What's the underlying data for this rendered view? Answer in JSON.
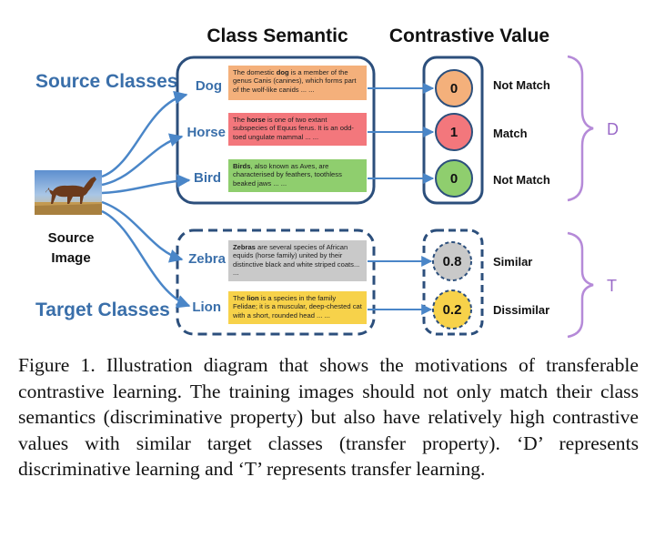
{
  "headers": {
    "class_semantic": "Class Semantic",
    "contrastive_value": "Contrastive Value"
  },
  "groups": {
    "source": "Source Classes",
    "target": "Target Classes"
  },
  "source_image": {
    "line1": "Source",
    "line2": "Image"
  },
  "classes": [
    {
      "name": "Dog",
      "keyword": "dog",
      "pre": "The domestic ",
      "post": " is a member of the genus Canis (canines), which forms part of the wolf-like canids ... ...",
      "box_color": "#f4b07b",
      "value": "0",
      "circle_color": "#f4b07b",
      "verdict": "Not Match"
    },
    {
      "name": "Horse",
      "keyword": "horse",
      "pre": "The ",
      "post": " is one of two extant subspecies of Equus ferus. It is an odd-toed ungulate mammal ... ...",
      "box_color": "#f3777c",
      "value": "1",
      "circle_color": "#f3777c",
      "verdict": "Match"
    },
    {
      "name": "Bird",
      "keyword": "Birds",
      "pre": "",
      "post": ", also known as Aves, are characterised by feathers, toothless beaked jaws ... ...",
      "box_color": "#8fce6e",
      "value": "0",
      "circle_color": "#8fce6e",
      "verdict": "Not Match"
    },
    {
      "name": "Zebra",
      "keyword": "Zebras",
      "pre": "",
      "post": " are several species of African equids (horse family) united by their distinctive black and white striped coats... ...",
      "box_color": "#c9c9c9",
      "value": "0.8",
      "circle_color": "#c9c9c9",
      "verdict": "Similar"
    },
    {
      "name": "Lion",
      "keyword": "lion",
      "pre": "The ",
      "post": "  is a species in the family Felidae; it is a muscular, deep-chested cat with a short, rounded head ... ...",
      "box_color": "#f7d24a",
      "value": "0.2",
      "circle_color": "#f7d24a",
      "verdict": "Dissimilar"
    }
  ],
  "braces": {
    "d": "D",
    "t": "T"
  },
  "colors": {
    "accent_blue": "#3a6faa",
    "dark_blue": "#2c4f7c",
    "brace_purple": "#9a6ac8"
  },
  "caption": "Figure 1. Illustration diagram that shows the motivations of transferable contrastive learning. The training images should not only match their class semantics (discriminative property) but also have relatively high contrastive values with similar target classes (transfer property). ‘D’ represents discriminative learning and ‘T’ represents transfer learning."
}
